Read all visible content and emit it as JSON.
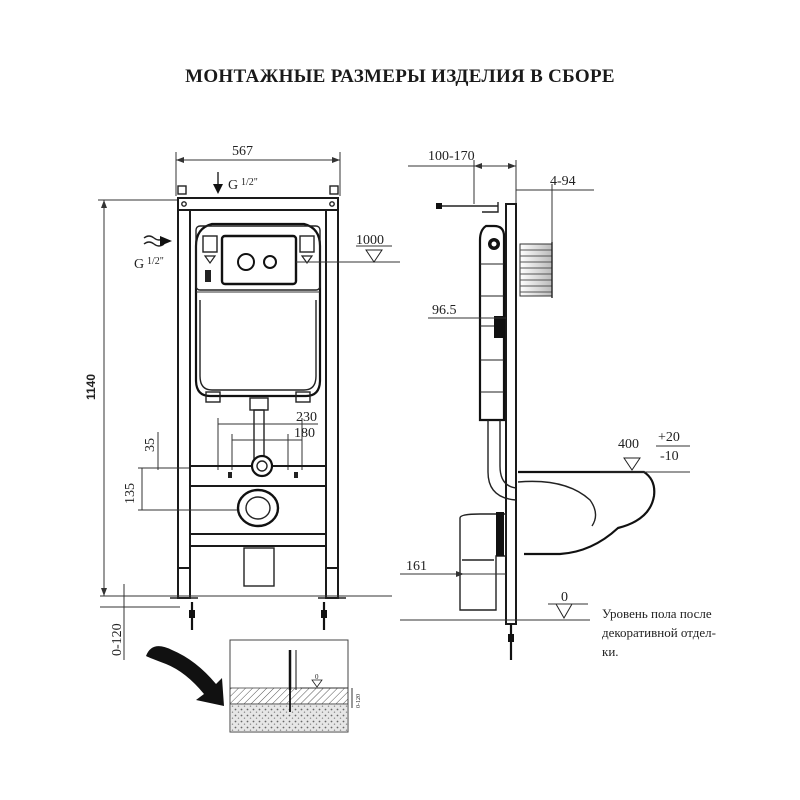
{
  "title": "МОНТАЖНЫЕ РАЗМЕРЫ ИЗДЕЛИЯ В СБОРЕ",
  "front_view": {
    "width_label": "567",
    "height_label": "1140",
    "inlet_top_main": "G",
    "inlet_top_frac": "1/2\"",
    "inlet_side_main": "G",
    "inlet_side_frac": "1/2\"",
    "button_height": "1000",
    "stud_spacing_outer": "230",
    "stud_spacing_inner": "180",
    "offset_35": "35",
    "offset_135": "135",
    "leg_adjust": "0-120"
  },
  "side_view": {
    "depth_range": "100-170",
    "wall_range": "4-94",
    "offset_96": "96.5",
    "bowl_height": "400",
    "bowl_tol_plus": "+20",
    "bowl_tol_minus": "-10",
    "drain_offset": "161",
    "floor_zero": "0"
  },
  "detail": {
    "zero_mark": "0",
    "range_mark": "0-120"
  },
  "floor_note": {
    "line1": "Уровень пола после",
    "line2": "декоративной отдел-",
    "line3": "ки."
  }
}
